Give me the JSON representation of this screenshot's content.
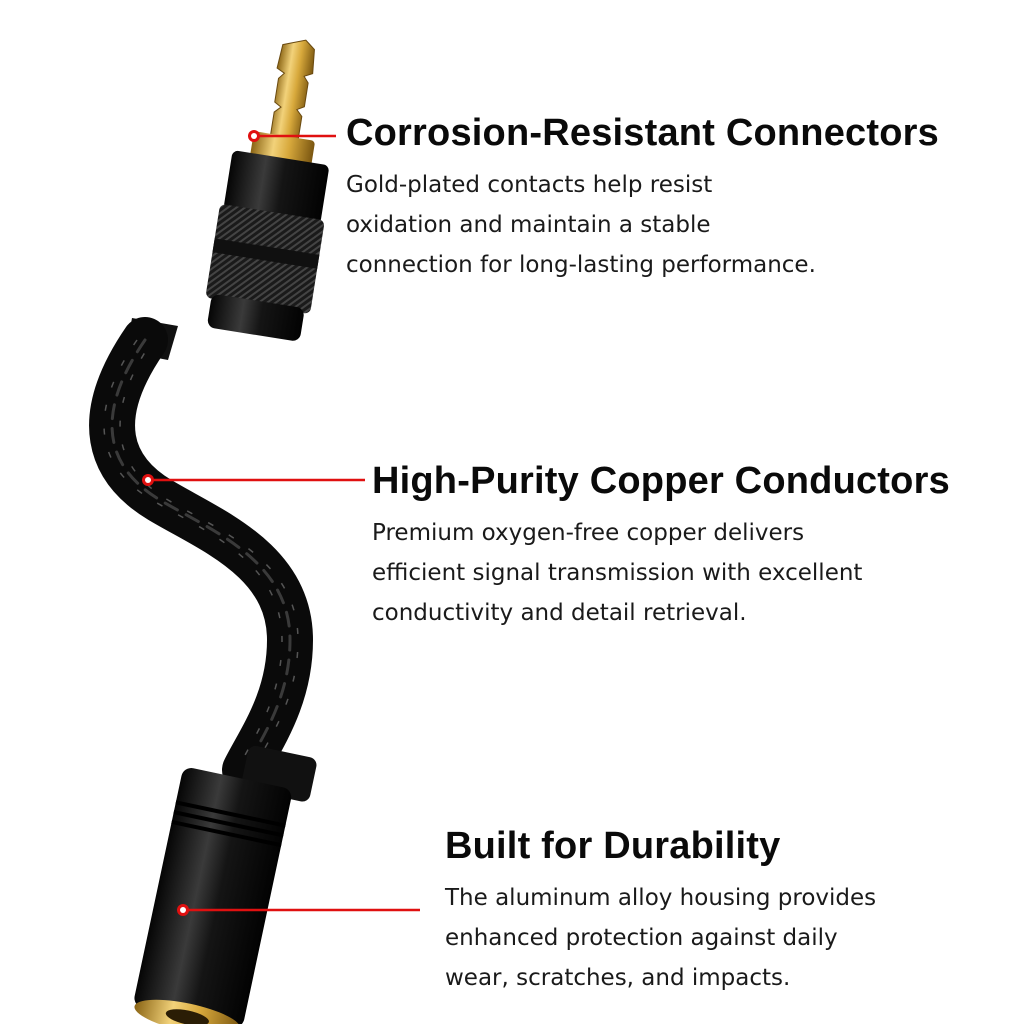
{
  "colors": {
    "accent_line": "#e01010",
    "cable": "#0c0c0c",
    "gold": "#d4a93a"
  },
  "features": [
    {
      "title": "Corrosion-Resistant Connectors",
      "lines": [
        "Gold-plated contacts help resist",
        "oxidation and maintain a stable",
        "connection for long-lasting performance."
      ]
    },
    {
      "title": "High-Purity Copper Conductors",
      "lines": [
        "Premium oxygen-free copper delivers",
        "efficient signal transmission with excellent",
        "conductivity and detail retrieval."
      ]
    },
    {
      "title": "Built for Durability",
      "lines": [
        "The aluminum alloy housing provides",
        "enhanced protection against daily",
        "wear, scratches, and impacts."
      ]
    }
  ]
}
